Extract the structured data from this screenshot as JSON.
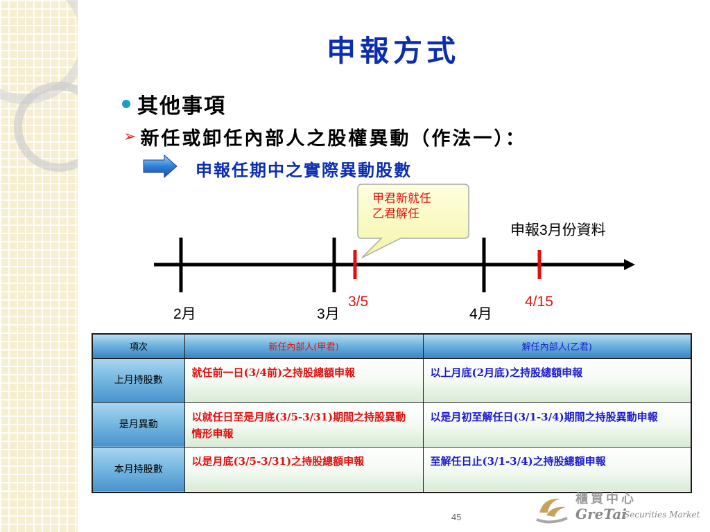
{
  "title": "申報方式",
  "bullet": "其他事項",
  "sub_bullet": "新任或卸任內部人之股權異動（作法一）：",
  "highlight_note": "申報任期中之實際異動股數",
  "callout": {
    "line1": "甲君新就任",
    "line2": "乙君解任"
  },
  "report_label_prefix": "申報",
  "report_label_num": "3",
  "report_label_suffix": "月份資料",
  "timeline": {
    "months": [
      "2",
      "3",
      "4"
    ],
    "month_suffix": "月",
    "event_date": "3/5",
    "report_date": "4/15"
  },
  "table": {
    "headers": [
      "項次",
      "新任內部人(甲君)",
      "解任內部人(乙君)"
    ],
    "rows": [
      {
        "label": "上月持股數",
        "new": "就任前一日(3/4前)之持股總額申報",
        "resign": "以上月底(2月底)之持股總額申報"
      },
      {
        "label": "是月異動",
        "new": "以就任日至是月底(3/5-3/31)期間之持股異動情形申報",
        "resign": "以是月初至解任日(3/1-3/4)期間之持股異動申報"
      },
      {
        "label": "本月持股數",
        "new": "以是月底(3/5-3/31)之持股總額申報",
        "resign": "至解任日止(3/1-3/4)之持股總額申報"
      }
    ]
  },
  "page_number": "45",
  "logo": {
    "chinese": "櫃買中心",
    "english": "GreTai",
    "english_sub": "Securities Market"
  },
  "colors": {
    "title_blue": "#0b2db0",
    "accent_red": "#e01010",
    "bullet_teal": "#1a9ec9"
  }
}
